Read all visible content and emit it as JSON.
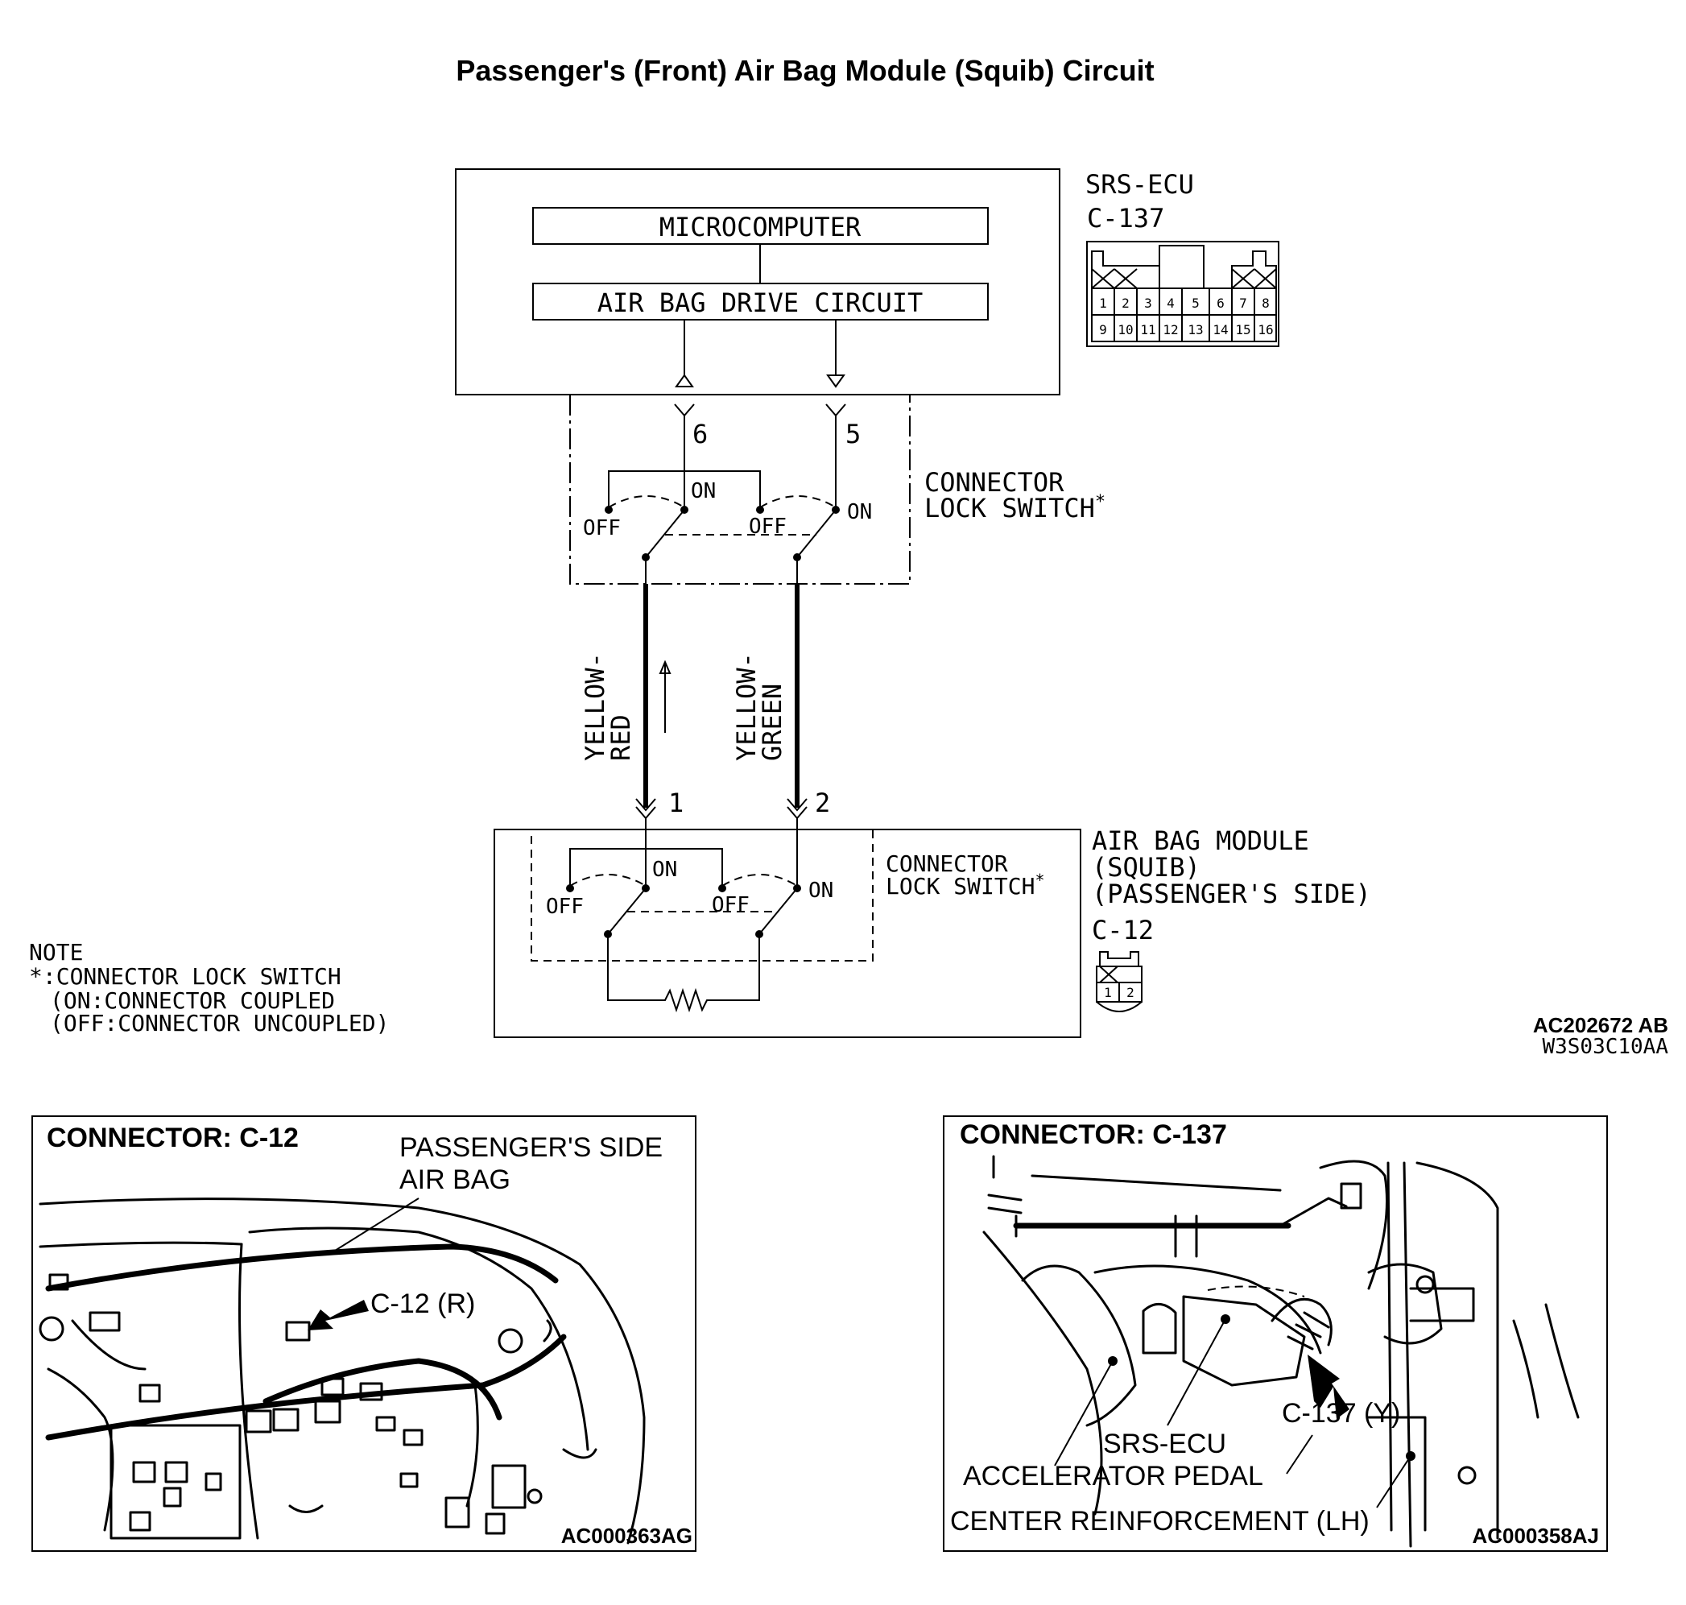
{
  "title": "Passenger's (Front) Air Bag Module (Squib) Circuit",
  "ecu": {
    "name": "SRS-ECU",
    "connector": "C-137",
    "blocks": [
      "MICROCOMPUTER",
      "AIR BAG DRIVE CIRCUIT"
    ],
    "pins_top": [
      "1",
      "2",
      "3",
      "4",
      "5",
      "6",
      "7",
      "8"
    ],
    "pins_bottom": [
      "9",
      "10",
      "11",
      "12",
      "13",
      "14",
      "15",
      "16"
    ]
  },
  "lock_switch_upper": {
    "label1": "CONNECTOR",
    "label2": "LOCK SWITCH",
    "mark": "*",
    "pin_left": "6",
    "pin_right": "5"
  },
  "switch_states": {
    "on": "ON",
    "off": "OFF"
  },
  "wires": [
    {
      "line1": "YELLOW-",
      "line2": "RED",
      "pin": "1"
    },
    {
      "line1": "YELLOW-",
      "line2": "GREEN",
      "pin": "2"
    }
  ],
  "module": {
    "line1": "AIR BAG MODULE",
    "line2": "(SQUIB)",
    "line3": "(PASSENGER'S SIDE)",
    "connector": "C-12",
    "pins": [
      "1",
      "2"
    ],
    "lock_label1": "CONNECTOR",
    "lock_label2": "LOCK SWITCH",
    "lock_mark": "*"
  },
  "note": {
    "heading": "NOTE",
    "line1": "*:CONNECTOR LOCK SWITCH",
    "line2": "(ON:CONNECTOR COUPLED",
    "line3": "(OFF:CONNECTOR UNCOUPLED)"
  },
  "codes": {
    "diagram": "AC202672 AB",
    "sub": "W3S03C10AA"
  },
  "panel_left": {
    "heading": "CONNECTOR: C-12",
    "label_line1": "PASSENGER'S SIDE",
    "label_line2": "AIR BAG",
    "callout": "C-12 (R)",
    "code": "AC000363AG"
  },
  "panel_right": {
    "heading": "CONNECTOR: C-137",
    "callout": "C-137 (Y)",
    "label_ecu": "SRS-ECU",
    "label_pedal": "ACCELERATOR PEDAL",
    "label_reinf": "CENTER REINFORCEMENT (LH)",
    "code": "AC000358AJ"
  }
}
